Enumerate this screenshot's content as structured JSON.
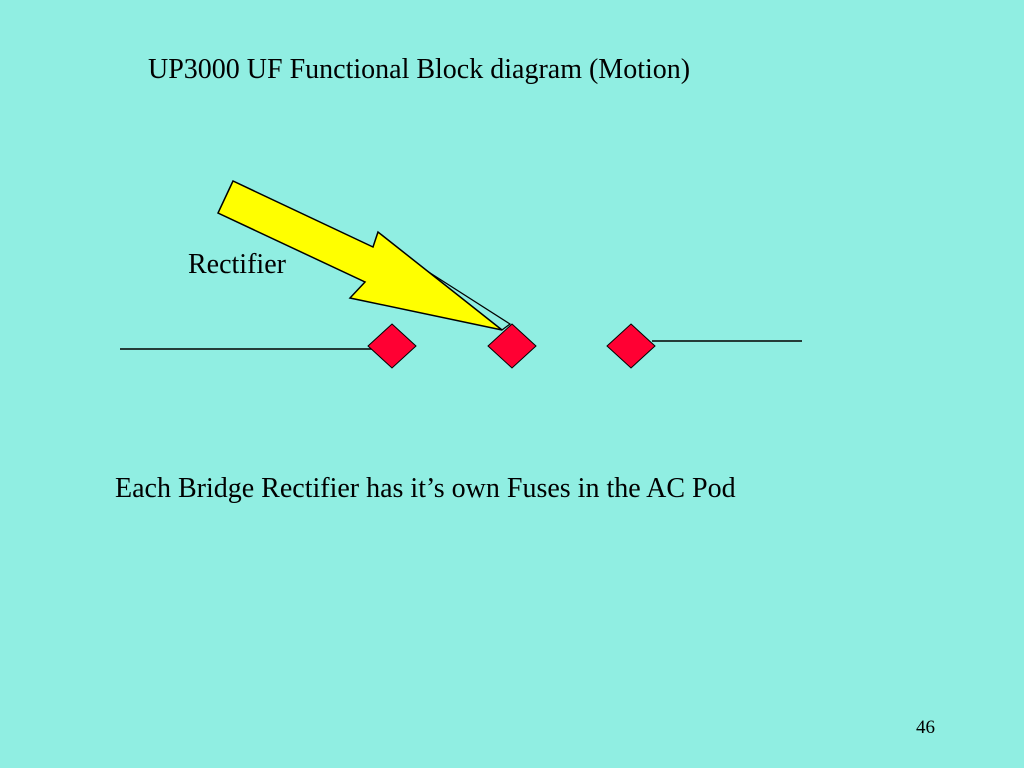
{
  "slide": {
    "title": "UP3000 UF Functional Block diagram (Motion)",
    "note": "Each Bridge Rectifier has it’s own Fuses in the AC Pod",
    "page_number": "46"
  },
  "diagram": {
    "label": "Rectifier",
    "colors": {
      "background": "#90EEE2",
      "arrow_fill": "#FFFF00",
      "arrow_stroke": "#000000",
      "diamond_fill": "#FF0033",
      "line": "#000000"
    }
  }
}
